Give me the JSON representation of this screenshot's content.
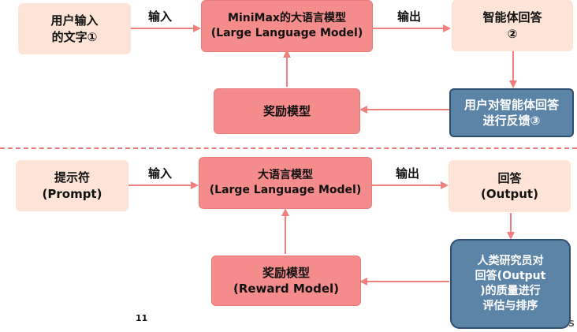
{
  "top": {
    "user_input": "用户输入\n的文字①",
    "input_label": "输入",
    "model": "MiniMax的大语言模型\n(Large Language Model)",
    "output_label": "输出",
    "answer": "智能体回答\n②",
    "reward": "奖励模型",
    "feedback": "用户对智能体回答\n进行反馈③"
  },
  "bottom": {
    "prompt": "提示符\n(Prompt)",
    "input_label": "输入",
    "model": "大语言模型\n(Large Language Model)",
    "output_label": "输出",
    "answer": "回答\n(Output)",
    "reward": "奖励模型\n(Reward Model)",
    "evaluation": "人类研究员对\n回答(Output\n)的质量进行\n评估与排序"
  },
  "page_number": "11",
  "corner_mark": "S",
  "colors": {
    "peach": "#fde4d6",
    "red": "#f58c8c",
    "blue": "#5b84a7",
    "arrow": "#f08080"
  }
}
